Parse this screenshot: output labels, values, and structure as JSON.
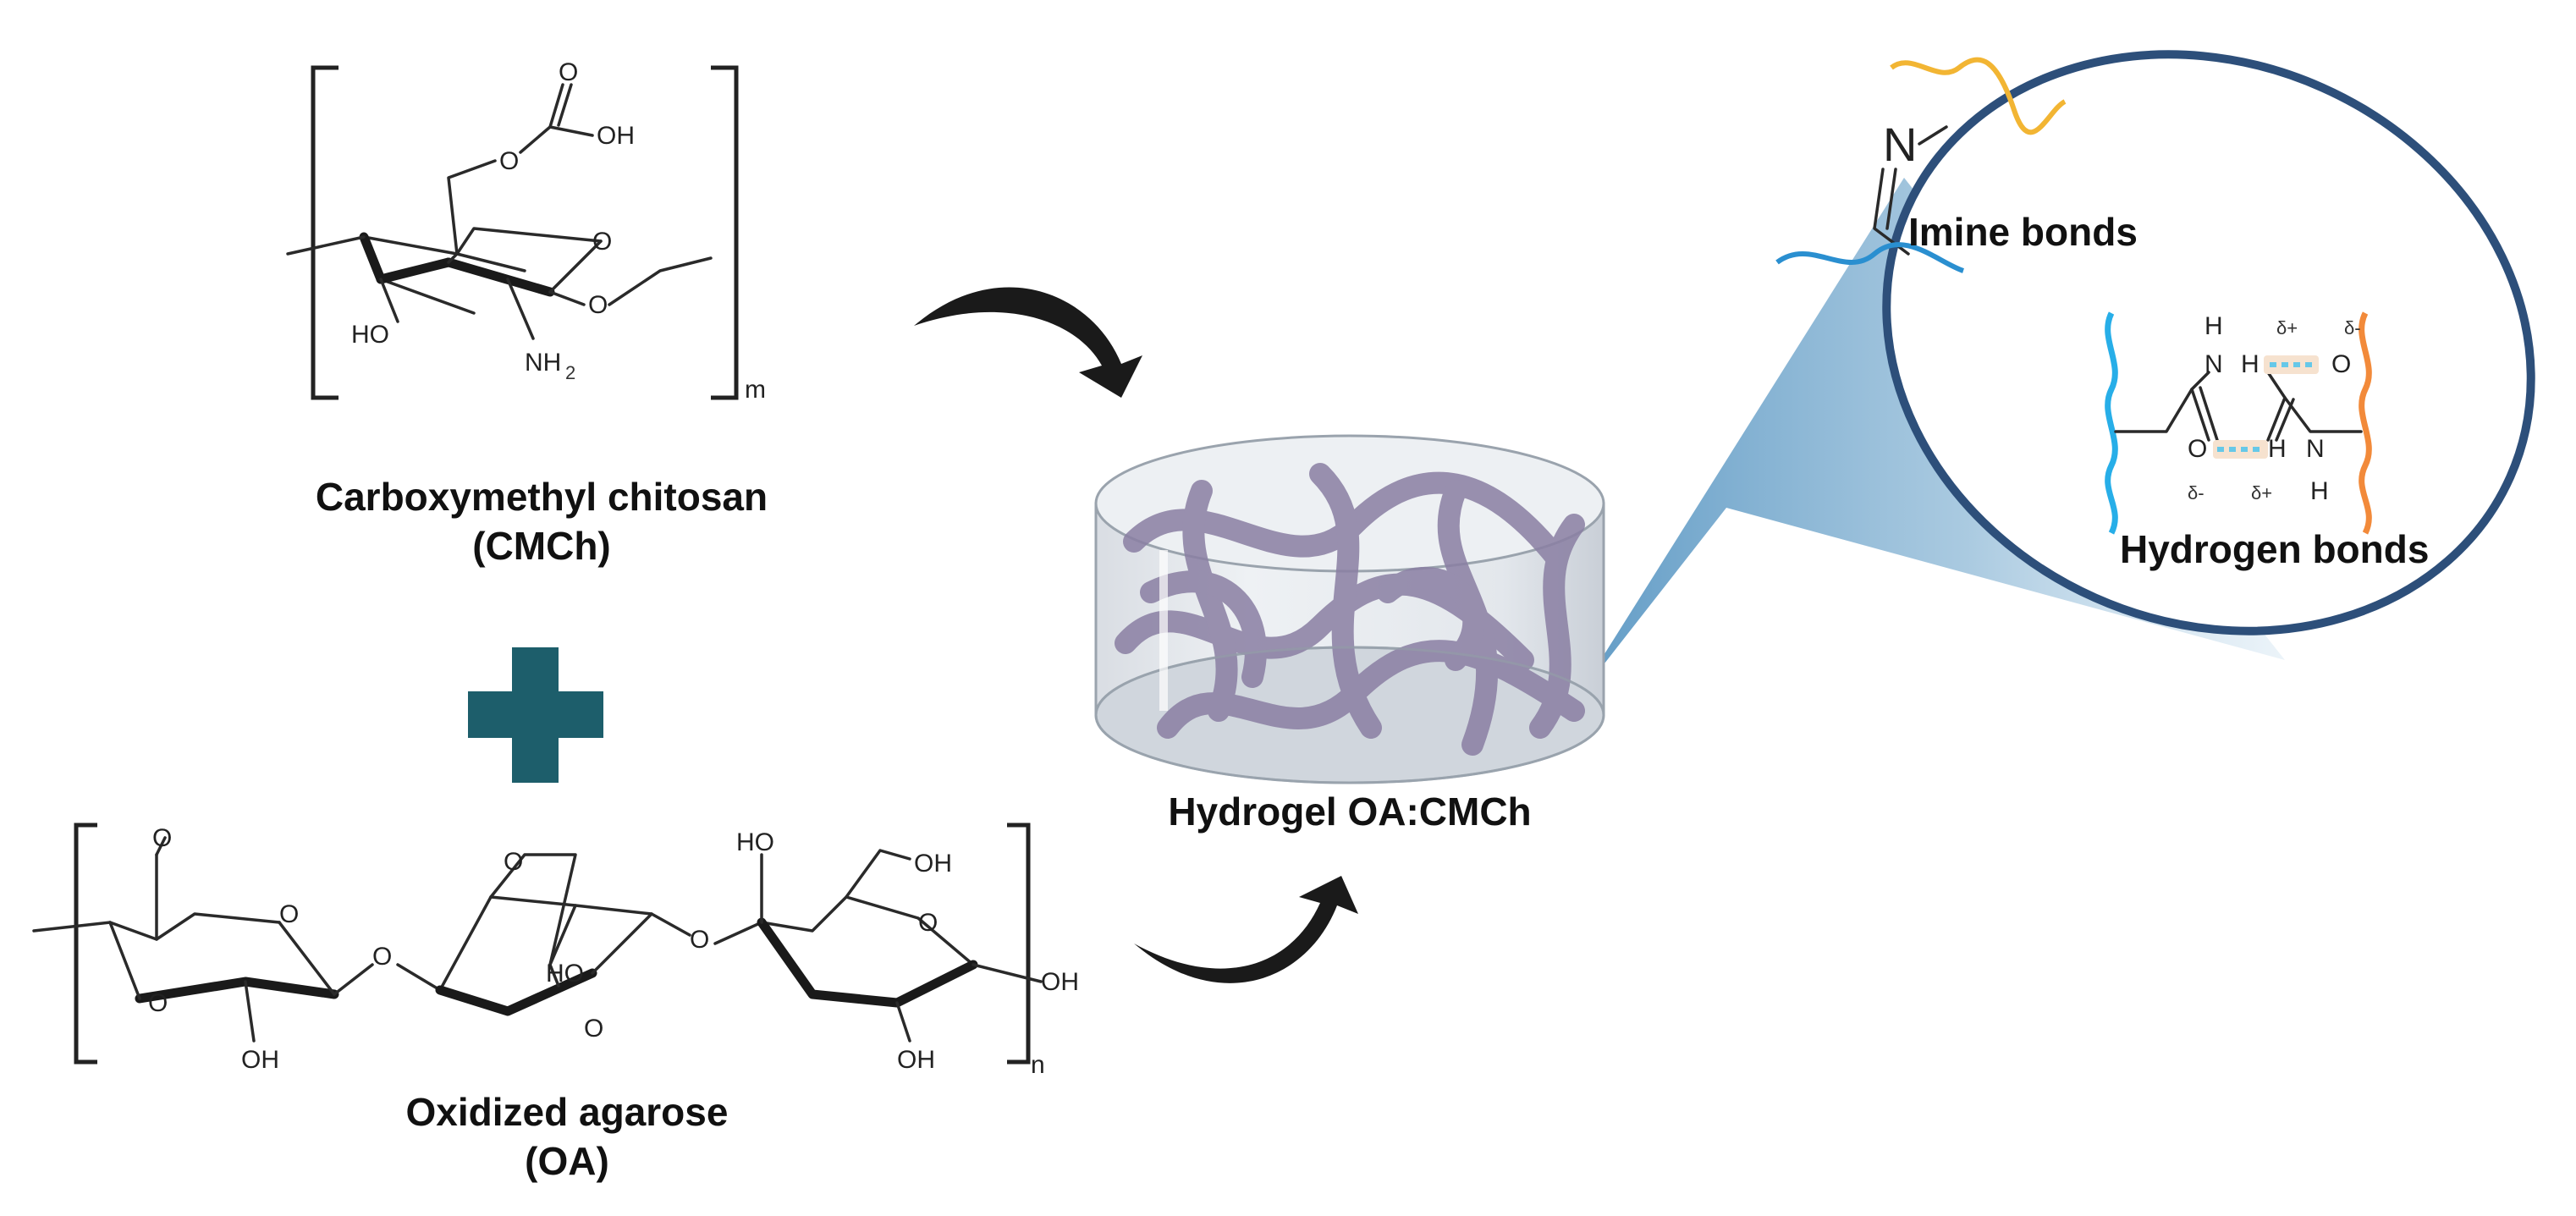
{
  "components": {
    "cmch": {
      "name": "Carboxymethyl chitosan",
      "abbr": "(CMCh)",
      "repeat": "m"
    },
    "oa": {
      "name": "Oxidized agarose",
      "abbr": "(OA)",
      "repeat": "n"
    }
  },
  "product": {
    "label": "Hydrogel OA:CMCh"
  },
  "zoom": {
    "imine_label": "Imine bonds",
    "hydrogen_label": "Hydrogen bonds",
    "imine_atom": "N",
    "hbond_atoms": {
      "h": "H",
      "n": "N",
      "o": "O",
      "delta_plus": "δ+",
      "delta_minus": "δ-"
    }
  },
  "atoms": {
    "oh": "OH",
    "ho": "HO",
    "nh2": "NH",
    "nh2_sub": "2",
    "o": "O"
  },
  "colors": {
    "plus": "#1d5e6b",
    "arrow": "#1a1a1a",
    "oval_stroke": "#2d4f7a",
    "cone": "#8db8d6",
    "gel_chain": "#8a7fa3",
    "imine_left": "#2a8fd0",
    "imine_right": "#f2b533",
    "hbond_left": "#27aee8",
    "hbond_right": "#f28a3a",
    "hbond_dash": "#66c8e8"
  }
}
